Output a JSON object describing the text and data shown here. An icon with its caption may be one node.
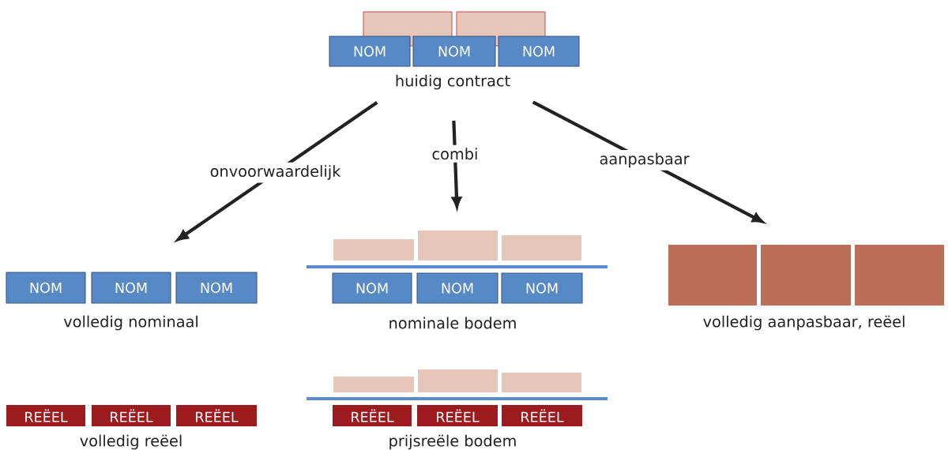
{
  "diagram": {
    "nodes": [
      {
        "text": [],
        "shape": "box"
      },
      {
        "text": [],
        "shape": "box"
      },
      {
        "text": [
          "NOM"
        ]
      },
      {
        "text": [
          "NOM"
        ]
      },
      {
        "text": [
          "NOM"
        ]
      },
      {
        "text": [
          "huidig contract"
        ]
      },
      {
        "text": [
          "NOM"
        ]
      },
      {
        "text": [
          "NOM"
        ]
      },
      {
        "text": [
          "NOM"
        ]
      },
      {
        "text": [
          "volledig nominaal"
        ]
      },
      {
        "text": [
          "REËEL"
        ]
      },
      {
        "text": [
          "REËEL"
        ]
      },
      {
        "text": [
          "REËEL"
        ]
      },
      {
        "text": [
          "volledig reëel"
        ]
      },
      {
        "text": [],
        "shape": "box"
      },
      {
        "text": [],
        "shape": "box"
      },
      {
        "text": [],
        "shape": "box"
      },
      {
        "text": [
          "NOM"
        ]
      },
      {
        "text": [
          "NOM"
        ]
      },
      {
        "text": [
          "NOM"
        ]
      },
      {
        "text": [
          "nominale bodem"
        ]
      },
      {
        "text": [],
        "shape": "box"
      },
      {
        "text": [],
        "shape": "box"
      },
      {
        "text": [],
        "shape": "box"
      },
      {
        "text": [
          "REËEL"
        ]
      },
      {
        "text": [
          "REËEL"
        ]
      },
      {
        "text": [
          "REËEL"
        ]
      },
      {
        "text": [
          "prijsreële bodem"
        ]
      },
      {
        "text": [],
        "shape": "box"
      },
      {
        "text": [],
        "shape": "box"
      },
      {
        "text": [],
        "shape": "box"
      },
      {
        "text": [
          "volledig aanpasbaar, reëel"
        ]
      }
    ],
    "edges": [
      {
        "from": 5,
        "to": 7,
        "arrow": "to",
        "label": "onvoorwaardelijk"
      },
      {
        "from": 5,
        "to": 15,
        "arrow": "to",
        "label": "combi"
      },
      {
        "from": 5,
        "to": 29,
        "arrow": "to",
        "label": "aanpasbaar"
      }
    ]
  }
}
